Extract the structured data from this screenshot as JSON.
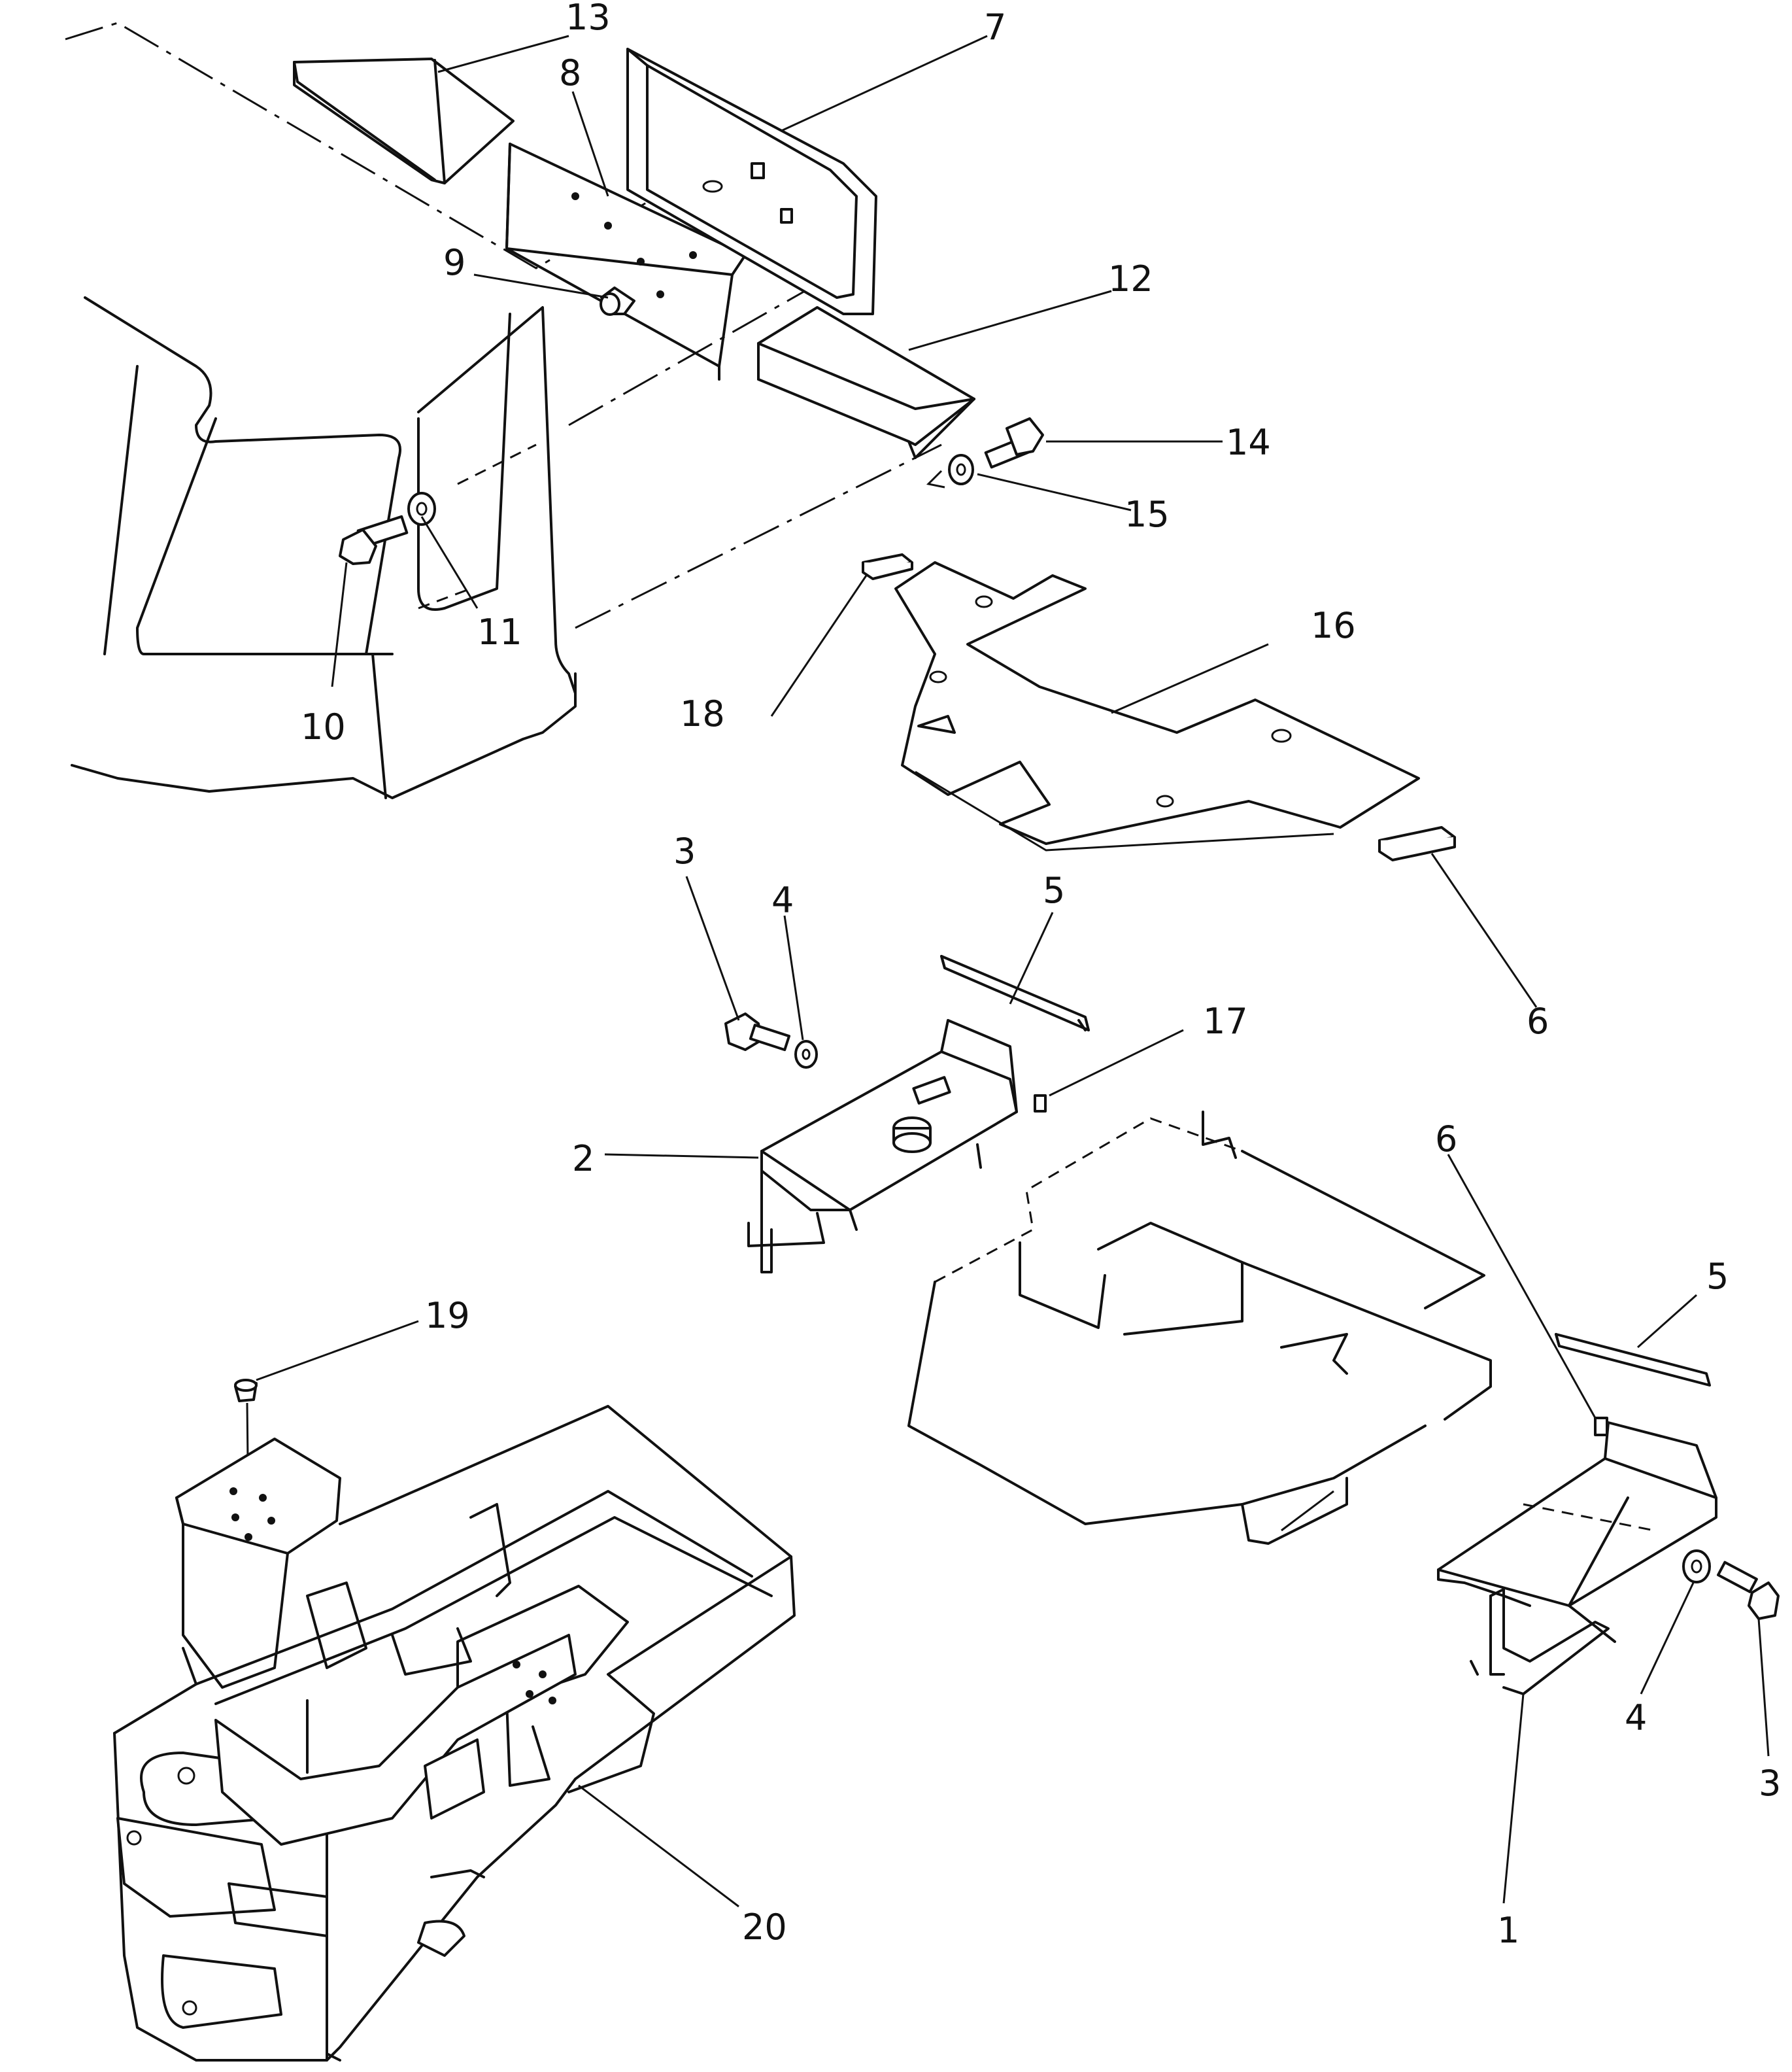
{
  "diagram": {
    "callouts": [
      "13",
      "7",
      "8",
      "9",
      "12",
      "14",
      "15",
      "10",
      "11",
      "16",
      "18",
      "3",
      "4",
      "5",
      "6",
      "17",
      "2",
      "6",
      "5",
      "19",
      "4",
      "3",
      "1",
      "20"
    ]
  }
}
